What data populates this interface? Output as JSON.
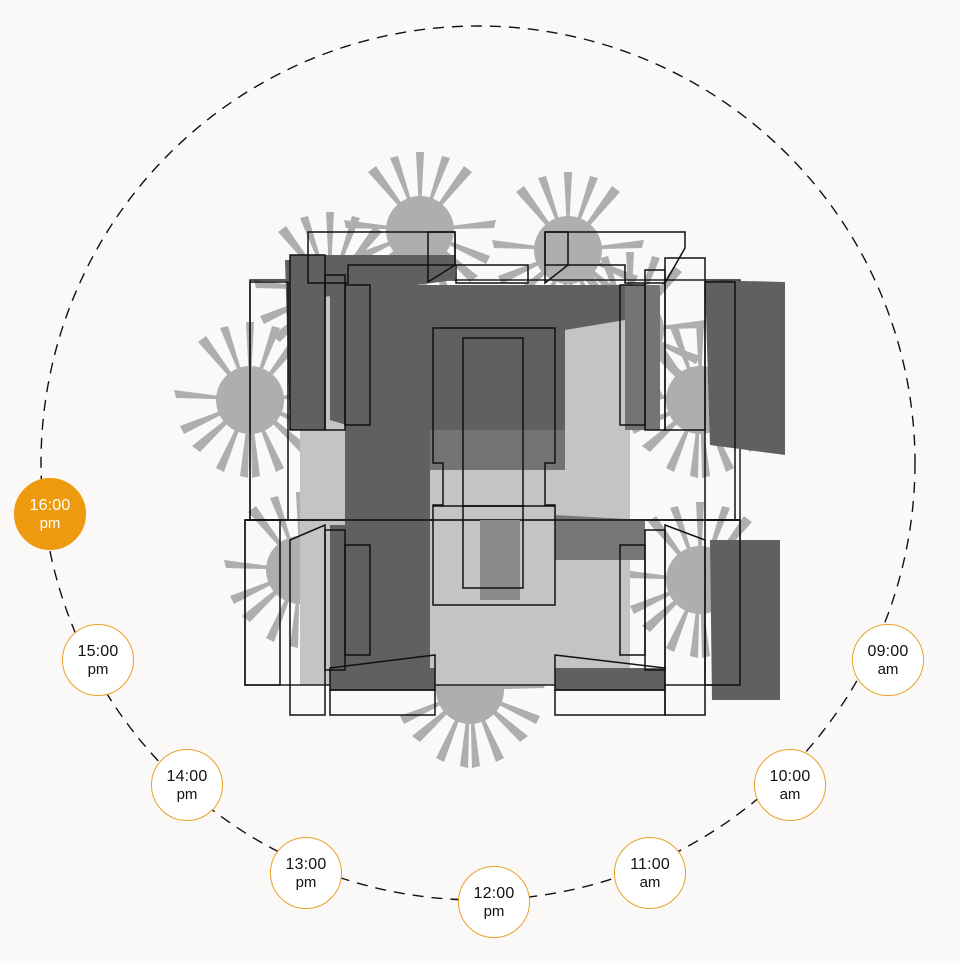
{
  "sun_path": {
    "markers": [
      {
        "id": "0900",
        "hour": "09:00",
        "period": "am",
        "active": false
      },
      {
        "id": "1000",
        "hour": "10:00",
        "period": "am",
        "active": false
      },
      {
        "id": "1100",
        "hour": "11:00",
        "period": "am",
        "active": false
      },
      {
        "id": "1200",
        "hour": "12:00",
        "period": "pm",
        "active": false
      },
      {
        "id": "1300",
        "hour": "13:00",
        "period": "pm",
        "active": false
      },
      {
        "id": "1400",
        "hour": "14:00",
        "period": "pm",
        "active": false
      },
      {
        "id": "1500",
        "hour": "15:00",
        "period": "pm",
        "active": false
      },
      {
        "id": "1600",
        "hour": "16:00",
        "period": "pm",
        "active": true
      }
    ]
  },
  "colors": {
    "background": "#fbf9f8",
    "accent": "#ee9a0e",
    "marker_border": "#e9a12a",
    "shadow_dark": "#5f5f5f",
    "shadow_mid": "#8a8a8a",
    "foliage": "#9c9c9c",
    "outline": "#111111"
  }
}
